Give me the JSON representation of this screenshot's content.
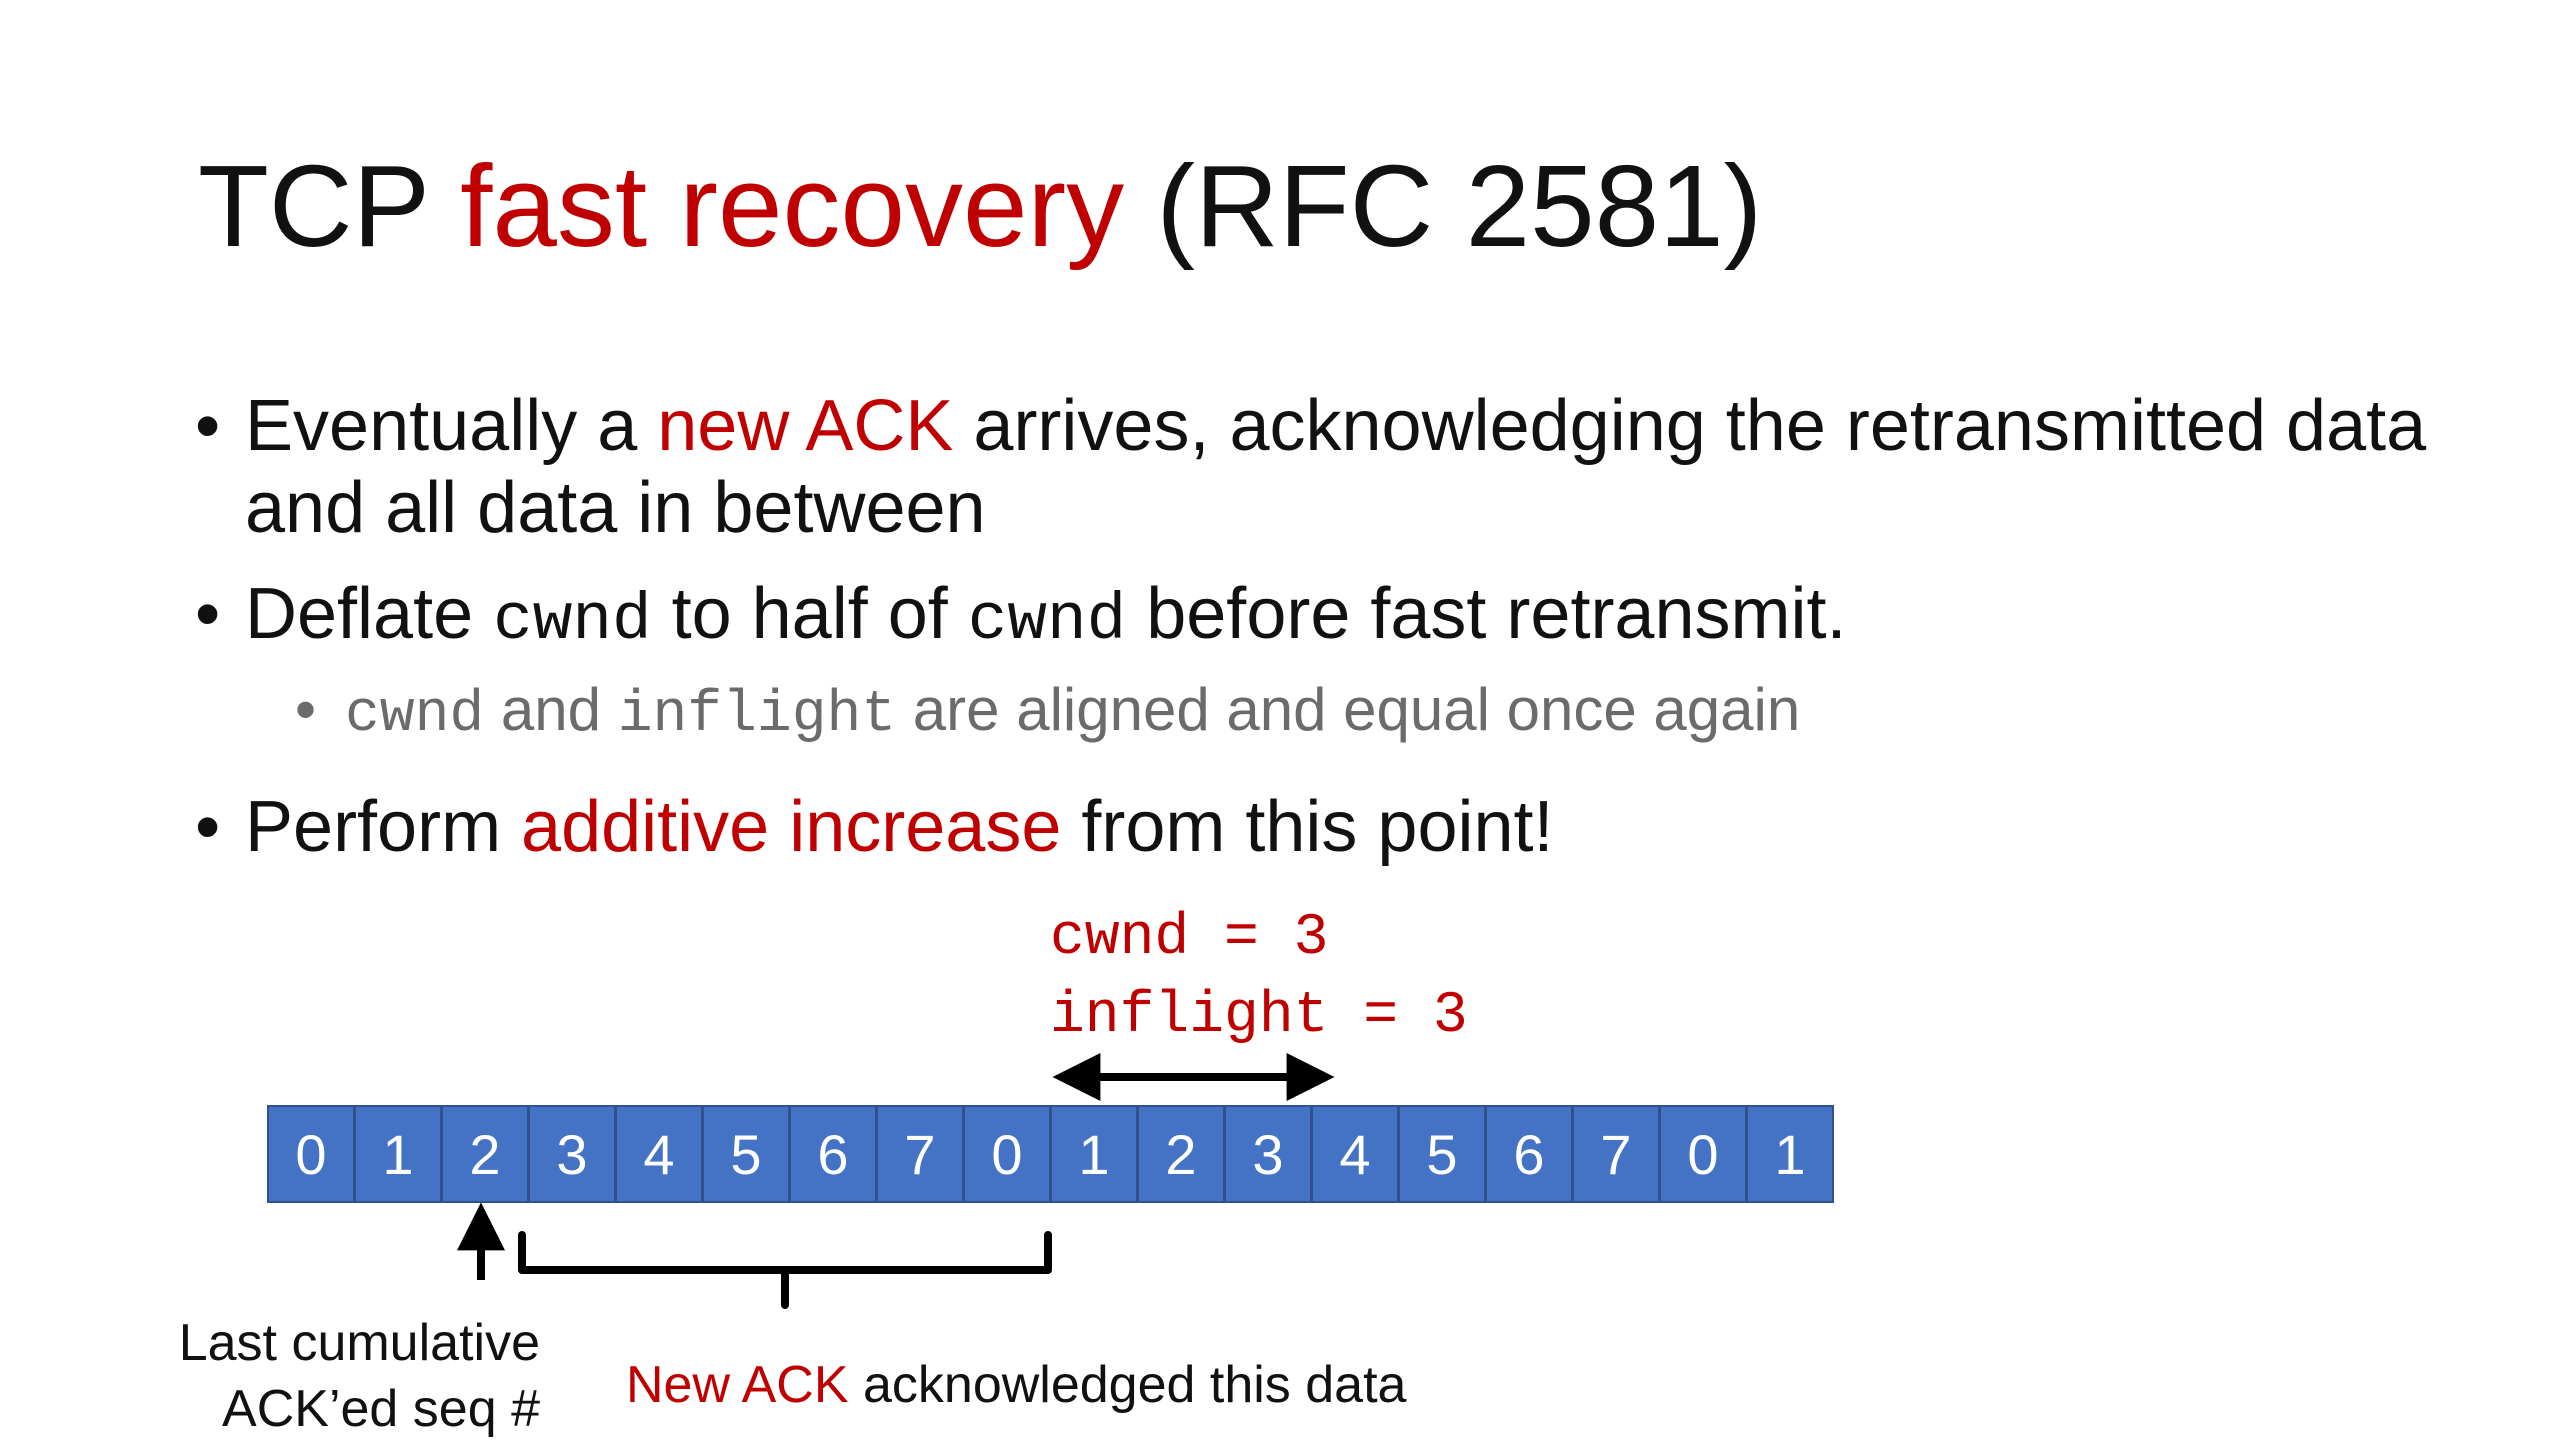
{
  "title": {
    "part1": "TCP ",
    "highlight": "fast recovery",
    "part2": " (RFC 2581)"
  },
  "bullets": {
    "b1": {
      "pre": "Eventually a ",
      "highlight": "new ACK",
      "post": " arrives, acknowledging the retransmitted data and all data in between"
    },
    "b2": {
      "pre": "Deflate ",
      "code1": "cwnd",
      "mid": " to half of ",
      "code2": "cwnd",
      "post": " before fast retransmit."
    },
    "b2_sub": {
      "code1": "cwnd",
      "mid": " and ",
      "code2": "inflight",
      "post": " are aligned and equal once again"
    },
    "b3": {
      "pre": "Perform ",
      "highlight": "additive increase",
      "post": " from this point!"
    }
  },
  "diagram": {
    "cwnd_line": "cwnd = 3",
    "inflight_line": "inflight = 3",
    "sequence": [
      "0",
      "1",
      "2",
      "3",
      "4",
      "5",
      "6",
      "7",
      "0",
      "1",
      "2",
      "3",
      "4",
      "5",
      "6",
      "7",
      "0",
      "1"
    ],
    "last_ack_label": "Last cumulative\nACK’ed seq #",
    "bracket_label": {
      "highlight": "New ACK",
      "post": " acknowledged this data"
    }
  },
  "colors": {
    "accent_red": "#c00000",
    "cell_blue": "#4472c4",
    "cell_border": "#2f528f",
    "sub_text_gray": "#6b6b6b"
  }
}
